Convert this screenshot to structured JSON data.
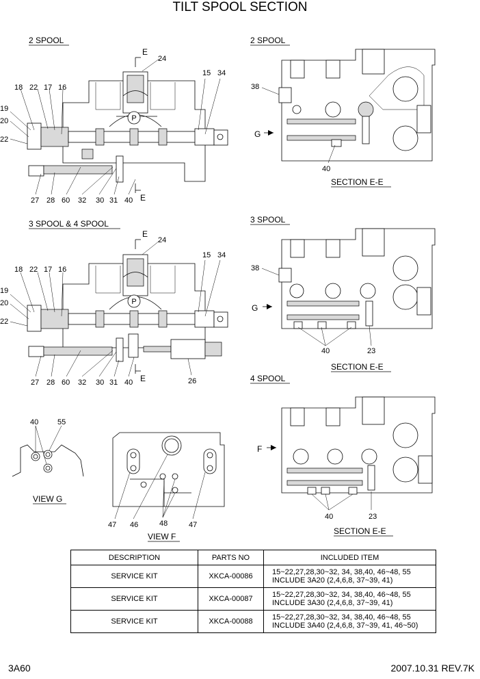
{
  "title": "TILT SPOOL SECTION",
  "views": {
    "top_left": {
      "label": "2 SPOOL",
      "callouts": [
        "24",
        "15",
        "34",
        "18",
        "22",
        "17",
        "16",
        "19",
        "20",
        "22",
        "27",
        "28",
        "60",
        "32",
        "30",
        "31",
        "40"
      ],
      "section_mark": "E"
    },
    "top_right": {
      "label": "2 SPOOL",
      "callouts": [
        "38",
        "40"
      ],
      "g_mark": "G",
      "section_label": "SECTION E-E"
    },
    "mid_left": {
      "label": "3 SPOOL & 4 SPOOL",
      "callouts": [
        "24",
        "15",
        "34",
        "18",
        "22",
        "17",
        "16",
        "19",
        "20",
        "22",
        "27",
        "28",
        "60",
        "32",
        "30",
        "31",
        "40",
        "26"
      ],
      "section_mark": "E"
    },
    "mid_right": {
      "label": "3 SPOOL",
      "callouts": [
        "38",
        "40",
        "23"
      ],
      "g_mark": "G",
      "section_label": "SECTION E-E"
    },
    "low_right": {
      "label": "4 SPOOL",
      "callouts": [
        "40",
        "23"
      ],
      "f_mark": "F",
      "section_label": "SECTION E-E"
    },
    "view_g": {
      "label": "VIEW G",
      "callouts": [
        "40",
        "55"
      ]
    },
    "view_f": {
      "label": "VIEW F",
      "callouts": [
        "47",
        "46",
        "48",
        "47"
      ]
    }
  },
  "table": {
    "headers": [
      "DESCRIPTION",
      "PARTS NO",
      "INCLUDED ITEM"
    ],
    "rows": [
      {
        "description": "SERVICE KIT",
        "parts_no": "XKCA-00086",
        "included": "15~22,27,28,30~32, 34, 38,40, 46~48, 55\nINCLUDE 3A20 (2,4,6,8, 37~39, 41)"
      },
      {
        "description": "SERVICE KIT",
        "parts_no": "XKCA-00087",
        "included": "15~22,27,28,30~32, 34, 38,40, 46~48, 55\nINCLUDE 3A30 (2,4,6,8, 37~39, 41)"
      },
      {
        "description": "SERVICE KIT",
        "parts_no": "XKCA-00088",
        "included": "15~22,27,28,30~32, 34, 38,40, 46~48, 55\nINCLUDE 3A40 (2,4,6,8, 37~39, 41, 46~50)"
      }
    ]
  },
  "footer": {
    "code": "3A60",
    "date_rev": "2007.10.31  REV.7K"
  }
}
